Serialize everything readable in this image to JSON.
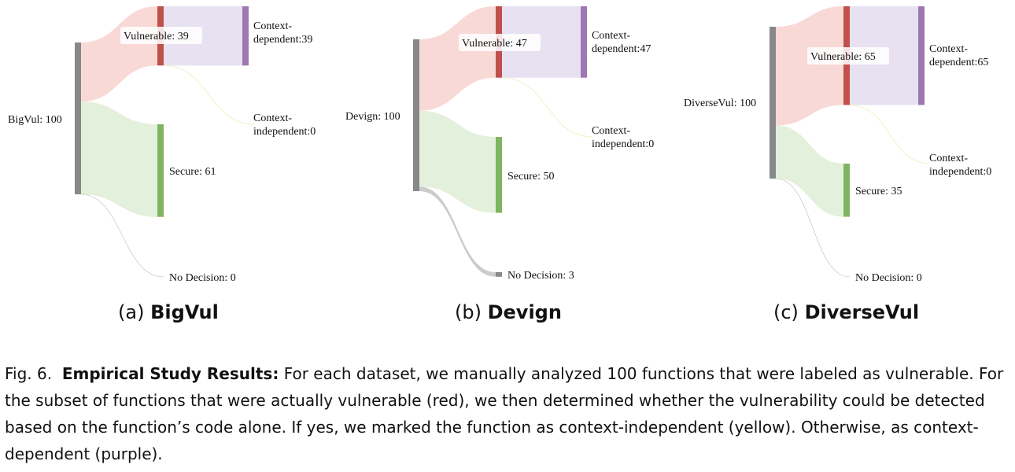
{
  "chart_data": [
    {
      "type": "sankey",
      "panel": "(a)",
      "dataset": "BigVul",
      "nodes": [
        {
          "id": "source",
          "label": "BigVul: 100",
          "value": 100,
          "color": "#888888"
        },
        {
          "id": "vulnerable",
          "label": "Vulnerable: 39",
          "value": 39,
          "color": "#c0504d"
        },
        {
          "id": "secure",
          "label": "Secure: 61",
          "value": 61,
          "color": "#7fb562"
        },
        {
          "id": "nodecision",
          "label": "No Decision: 0",
          "value": 0,
          "color": "#888888"
        },
        {
          "id": "ctxdep",
          "label": [
            "Context-",
            "dependent:39"
          ],
          "value": 39,
          "color": "#9e78b4"
        },
        {
          "id": "ctxindep",
          "label": [
            "Context-",
            "independent:0"
          ],
          "value": 0,
          "color": "#e8e2a2"
        }
      ],
      "links": [
        {
          "source": "source",
          "target": "vulnerable",
          "value": 39,
          "color": "#f9d9d6"
        },
        {
          "source": "source",
          "target": "secure",
          "value": 61,
          "color": "#e2f0dc"
        },
        {
          "source": "source",
          "target": "nodecision",
          "value": 0,
          "color": "#cccccc"
        },
        {
          "source": "vulnerable",
          "target": "ctxdep",
          "value": 39,
          "color": "#e7e1f1"
        },
        {
          "source": "vulnerable",
          "target": "ctxindep",
          "value": 0,
          "color": "#f2efc8"
        }
      ]
    },
    {
      "type": "sankey",
      "panel": "(b)",
      "dataset": "Devign",
      "nodes": [
        {
          "id": "source",
          "label": "Devign: 100",
          "value": 100,
          "color": "#888888"
        },
        {
          "id": "vulnerable",
          "label": "Vulnerable: 47",
          "value": 47,
          "color": "#c0504d"
        },
        {
          "id": "secure",
          "label": "Secure: 50",
          "value": 50,
          "color": "#7fb562"
        },
        {
          "id": "nodecision",
          "label": "No Decision: 3",
          "value": 3,
          "color": "#888888"
        },
        {
          "id": "ctxdep",
          "label": [
            "Context-",
            "dependent:47"
          ],
          "value": 47,
          "color": "#9e78b4"
        },
        {
          "id": "ctxindep",
          "label": [
            "Context-",
            "independent:0"
          ],
          "value": 0,
          "color": "#e8e2a2"
        }
      ],
      "links": [
        {
          "source": "source",
          "target": "vulnerable",
          "value": 47,
          "color": "#f9d9d6"
        },
        {
          "source": "source",
          "target": "secure",
          "value": 50,
          "color": "#e2f0dc"
        },
        {
          "source": "source",
          "target": "nodecision",
          "value": 3,
          "color": "#cccccc"
        },
        {
          "source": "vulnerable",
          "target": "ctxdep",
          "value": 47,
          "color": "#e7e1f1"
        },
        {
          "source": "vulnerable",
          "target": "ctxindep",
          "value": 0,
          "color": "#f2efc8"
        }
      ]
    },
    {
      "type": "sankey",
      "panel": "(c)",
      "dataset": "DiverseVul",
      "nodes": [
        {
          "id": "source",
          "label": "DiverseVul: 100",
          "value": 100,
          "color": "#888888"
        },
        {
          "id": "vulnerable",
          "label": "Vulnerable: 65",
          "value": 65,
          "color": "#c0504d"
        },
        {
          "id": "secure",
          "label": "Secure: 35",
          "value": 35,
          "color": "#7fb562"
        },
        {
          "id": "nodecision",
          "label": "No Decision: 0",
          "value": 0,
          "color": "#888888"
        },
        {
          "id": "ctxdep",
          "label": [
            "Context-",
            "dependent:65"
          ],
          "value": 65,
          "color": "#9e78b4"
        },
        {
          "id": "ctxindep",
          "label": [
            "Context-",
            "independent:0"
          ],
          "value": 0,
          "color": "#e8e2a2"
        }
      ],
      "links": [
        {
          "source": "source",
          "target": "vulnerable",
          "value": 65,
          "color": "#f9d9d6"
        },
        {
          "source": "source",
          "target": "secure",
          "value": 35,
          "color": "#e2f0dc"
        },
        {
          "source": "source",
          "target": "nodecision",
          "value": 0,
          "color": "#cccccc"
        },
        {
          "source": "vulnerable",
          "target": "ctxdep",
          "value": 65,
          "color": "#e7e1f1"
        },
        {
          "source": "vulnerable",
          "target": "ctxindep",
          "value": 0,
          "color": "#f2efc8"
        }
      ]
    }
  ],
  "captions": {
    "panel_a": {
      "prefix": "(a)",
      "name": "BigVul"
    },
    "panel_b": {
      "prefix": "(b)",
      "name": "Devign"
    },
    "panel_c": {
      "prefix": "(c)",
      "name": "DiverseVul"
    }
  },
  "figure_caption": {
    "label": "Fig. 6.",
    "bold": "Empirical Study Results:",
    "text": "For each dataset, we manually analyzed 100 functions that were labeled as vulnerable. For the subset of functions that were actually vulnerable (red), we then determined whether the vulnerability could be detected based on the function’s code alone. If yes, we marked the function as context-independent (yellow). Otherwise, as context-dependent (purple)."
  }
}
